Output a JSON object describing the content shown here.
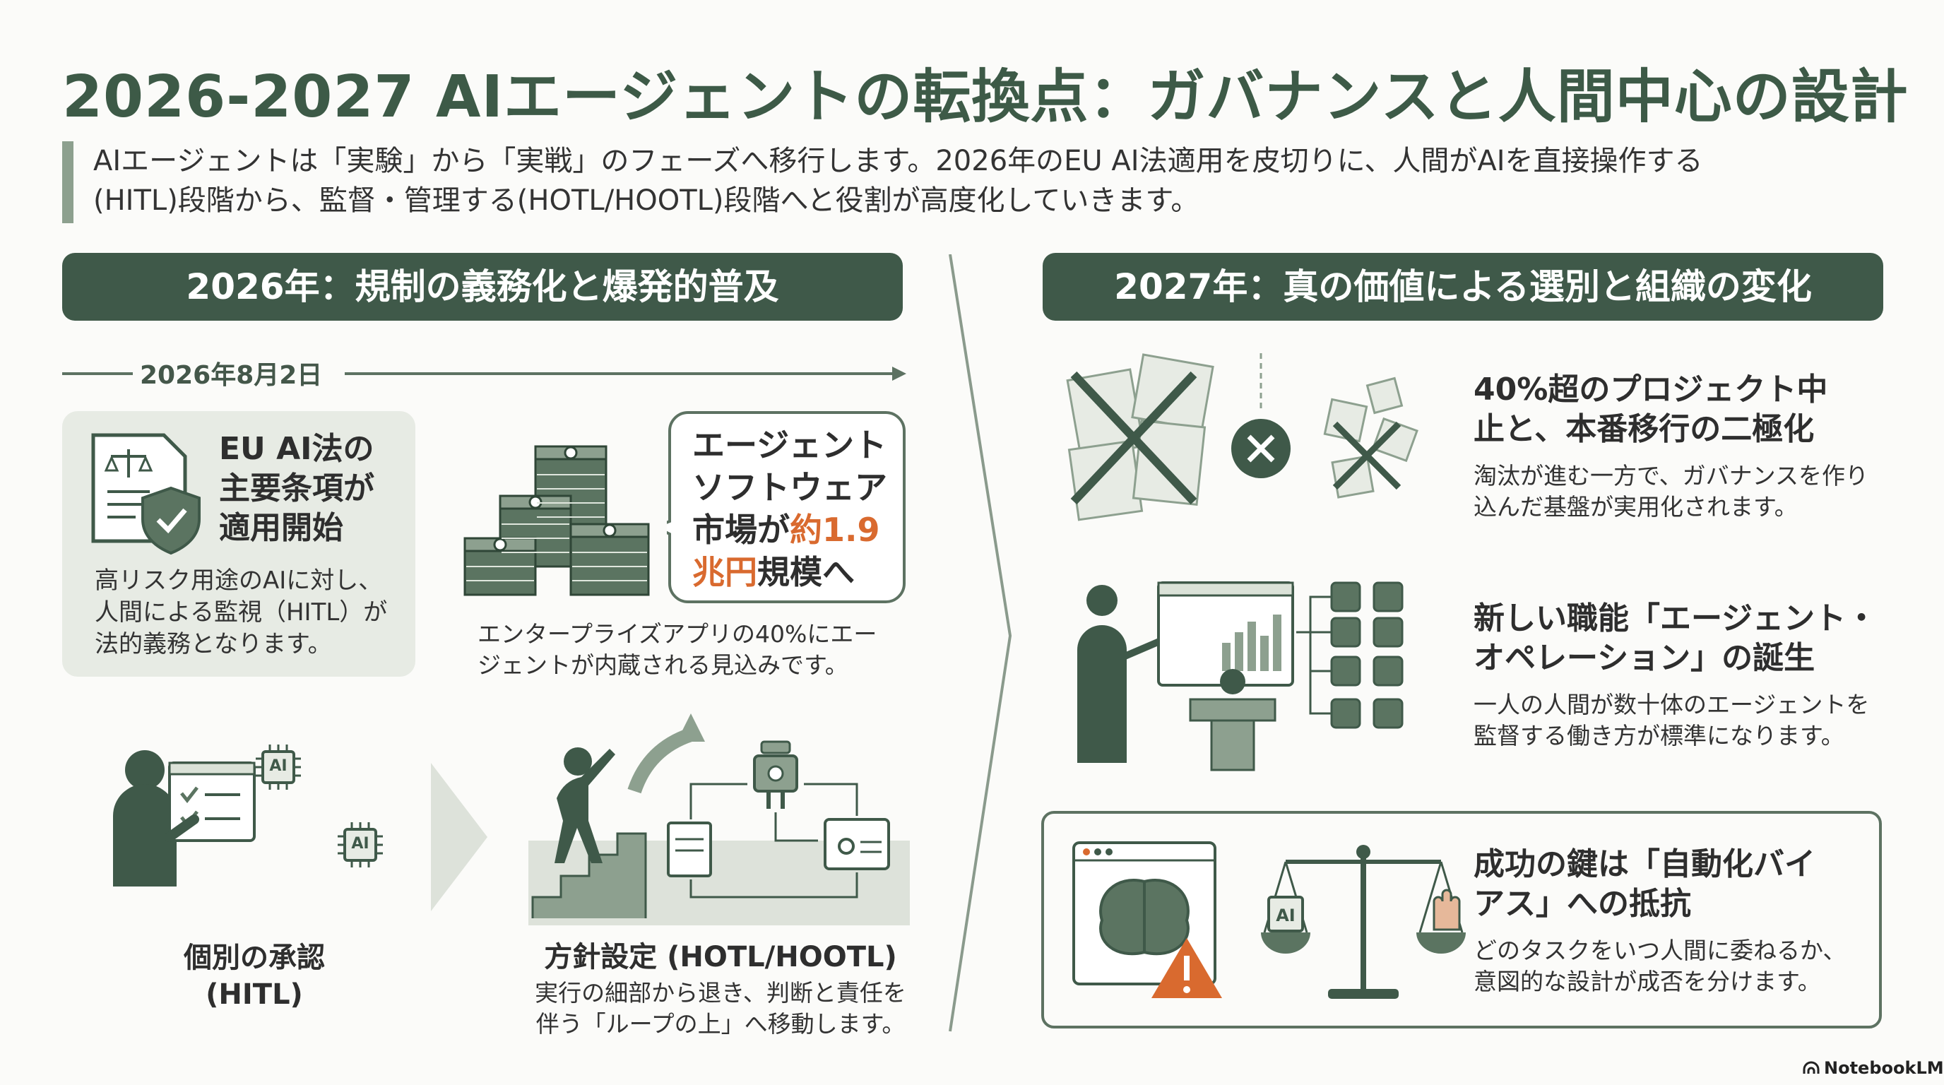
{
  "title": "2026-2027 AIエージェントの転換点：ガバナンスと人間中心の設計",
  "intro": {
    "line1": "AIエージェントは「実験」から「実戦」のフェーズへ移行します。2026年のEU AI法適用を皮切りに、人間がAIを直接操作する",
    "line2": "(HITL)段階から、監督・管理する(HOTL/HOOTL)段階へと役割が高度化していきます。"
  },
  "left": {
    "header": "2026年：規制の義務化と爆発的普及",
    "timeline_date": "2026年8月2日",
    "eu_card": {
      "title_line1": "EU AI法の",
      "title_line2": "主要条項が",
      "title_line3": "適用開始",
      "body_line1": "高リスク用途のAIに対し、",
      "body_line2": "人間による監視（HITL）が",
      "body_line3": "法的義務となります。"
    },
    "market": {
      "bubble_line1": "エージェント",
      "bubble_line2": "ソフトウェア",
      "bubble_line3_a": "市場が",
      "bubble_line3_b": "約1.9",
      "bubble_line4_a": "兆円",
      "bubble_line4_b": "規模へ",
      "caption_line1": "エンタープライズアプリの40%にエー",
      "caption_line2": "ジェントが内蔵される見込みです。"
    },
    "hitl": {
      "chip1": "AI",
      "chip2": "AI",
      "label_line1": "個別の承認",
      "label_line2": "(HITL)"
    },
    "hotl": {
      "title": "方針設定 (HOTL/HOOTL)",
      "body_line1": "実行の細部から退き、判断と責任を",
      "body_line2": "伴う「ループの上」へ移動します。"
    }
  },
  "right": {
    "header": "2027年：真の価値による選別と組織の変化",
    "item1": {
      "title_line1": "40%超のプロジェクト中",
      "title_line2": "止と、本番移行の二極化",
      "body_line1": "淘汰が進む一方で、ガバナンスを作り",
      "body_line2": "込んだ基盤が実用化されます。"
    },
    "item2": {
      "title_line1": "新しい職能「エージェント・",
      "title_line2": "オペレーション」の誕生",
      "body_line1": "一人の人間が数十体のエージェントを",
      "body_line2": "監督する働き方が標準になります。"
    },
    "item3": {
      "chip": "AI",
      "title_line1": "成功の鍵は「自動化バイ",
      "title_line2": "アス」への抵抗",
      "body_line1": "どのタスクをいつ人間に委ねるか、",
      "body_line2": "意図的な設計が成否を分けます。"
    }
  },
  "footer": {
    "brand": "NotebookLM"
  },
  "colors": {
    "primary": "#3f5949",
    "light": "#e7ebe4",
    "mid": "#8da08f",
    "accent": "#d96a2f"
  }
}
